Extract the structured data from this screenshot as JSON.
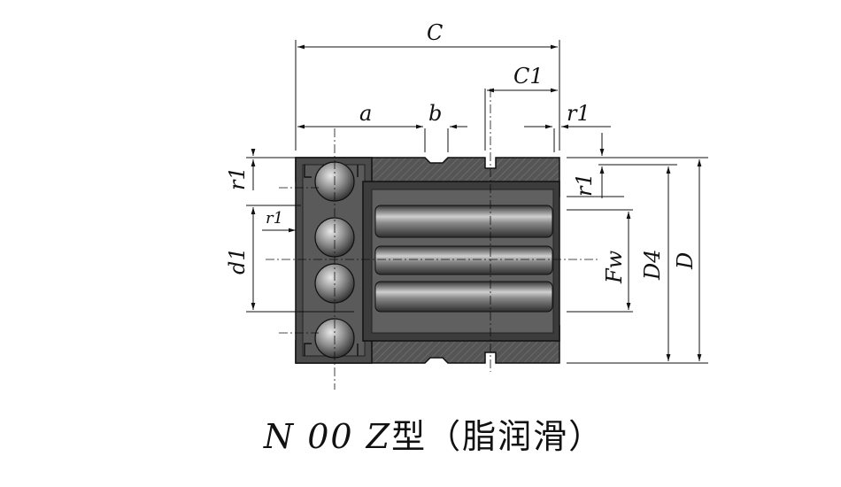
{
  "drawing": {
    "labels": {
      "C": "C",
      "C1": "C1",
      "a": "a",
      "b": "b",
      "r1_top_right": "r1",
      "r1_right": "r1",
      "r1_left": "r1",
      "r1_inner": "r1",
      "d1": "d1",
      "Fw": "Fw",
      "D4": "D4",
      "D": "D"
    }
  },
  "caption": {
    "model": "N 00 Z",
    "suffix": "型（脂润滑）"
  },
  "colors": {
    "line": "#111111",
    "body_dark": "#4a4a4a",
    "body_mid": "#6b6b6b",
    "roller_light": "#c8c8c8"
  }
}
